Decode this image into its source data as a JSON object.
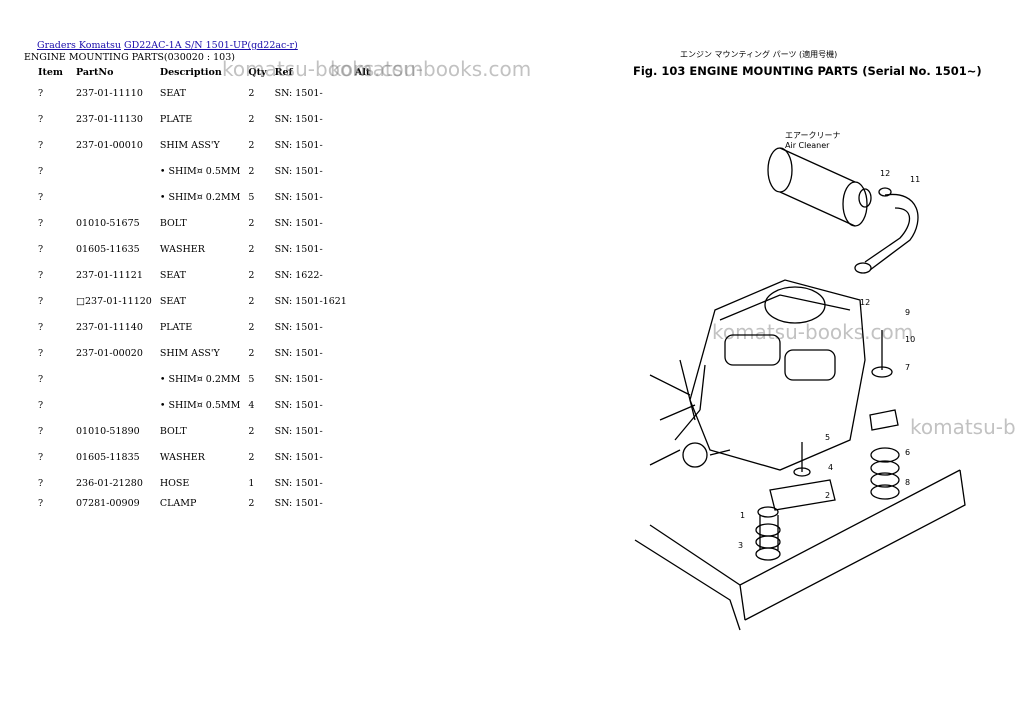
{
  "breadcrumb": {
    "link1": "Graders Komatsu",
    "link2": "GD22AC-1A S/N 1501-UP(gd22ac-r)"
  },
  "subtitle": "ENGINE MOUNTING PARTS(030020 : 103)",
  "table": {
    "headers": [
      "Item",
      "PartNo",
      "Description",
      "Qty",
      "Ref",
      "Alt"
    ],
    "rows": [
      [
        "?",
        "237-01-11110",
        "SEAT",
        "2",
        "SN: 1501-"
      ],
      [
        "?",
        "237-01-11130",
        "PLATE",
        "2",
        "SN: 1501-"
      ],
      [
        "?",
        "237-01-00010",
        "SHIM ASS'Y",
        "2",
        "SN: 1501-"
      ],
      [
        "?",
        "",
        "• SHIM¤ 0.5MM",
        "2",
        "SN: 1501-"
      ],
      [
        "?",
        "",
        "• SHIM¤ 0.2MM",
        "5",
        "SN: 1501-"
      ],
      [
        "?",
        "01010-51675",
        "BOLT",
        "2",
        "SN: 1501-"
      ],
      [
        "?",
        "01605-11635",
        "WASHER",
        "2",
        "SN: 1501-"
      ],
      [
        "?",
        "237-01-11121",
        "SEAT",
        "2",
        "SN: 1622-"
      ],
      [
        "?",
        "□237-01-11120",
        "SEAT",
        "2",
        "SN: 1501-1621"
      ],
      [
        "?",
        "237-01-11140",
        "PLATE",
        "2",
        "SN: 1501-"
      ],
      [
        "?",
        "237-01-00020",
        "SHIM ASS'Y",
        "2",
        "SN: 1501-"
      ],
      [
        "?",
        "",
        "• SHIM¤ 0.2MM",
        "5",
        "SN: 1501-"
      ],
      [
        "?",
        "",
        "• SHIM¤ 0.5MM",
        "4",
        "SN: 1501-"
      ],
      [
        "?",
        "01010-51890",
        "BOLT",
        "2",
        "SN: 1501-"
      ],
      [
        "?",
        "01605-11835",
        "WASHER",
        "2",
        "SN: 1501-"
      ],
      [
        "?",
        "236-01-21280",
        "HOSE",
        "1",
        "SN: 1501-"
      ],
      [
        "?",
        "07281-00909",
        "CLAMP",
        "2",
        "SN: 1501-"
      ]
    ]
  },
  "watermarks": [
    "komatsu-books.com",
    "komatsu-books.com",
    "komatsu-books.com",
    "komatsu-b"
  ],
  "figure": {
    "title": "Fig. 103 ENGINE MOUNTING PARTS (Serial No. 1501~)",
    "kana": "エンジン マウンティング パーツ (適用号機)",
    "air_cleaner_kana": "エアークリーナ",
    "air_cleaner": "Air Cleaner",
    "callouts": [
      "1",
      "2",
      "3",
      "4",
      "5",
      "6",
      "7",
      "8",
      "9",
      "10",
      "11",
      "12",
      "12"
    ]
  }
}
